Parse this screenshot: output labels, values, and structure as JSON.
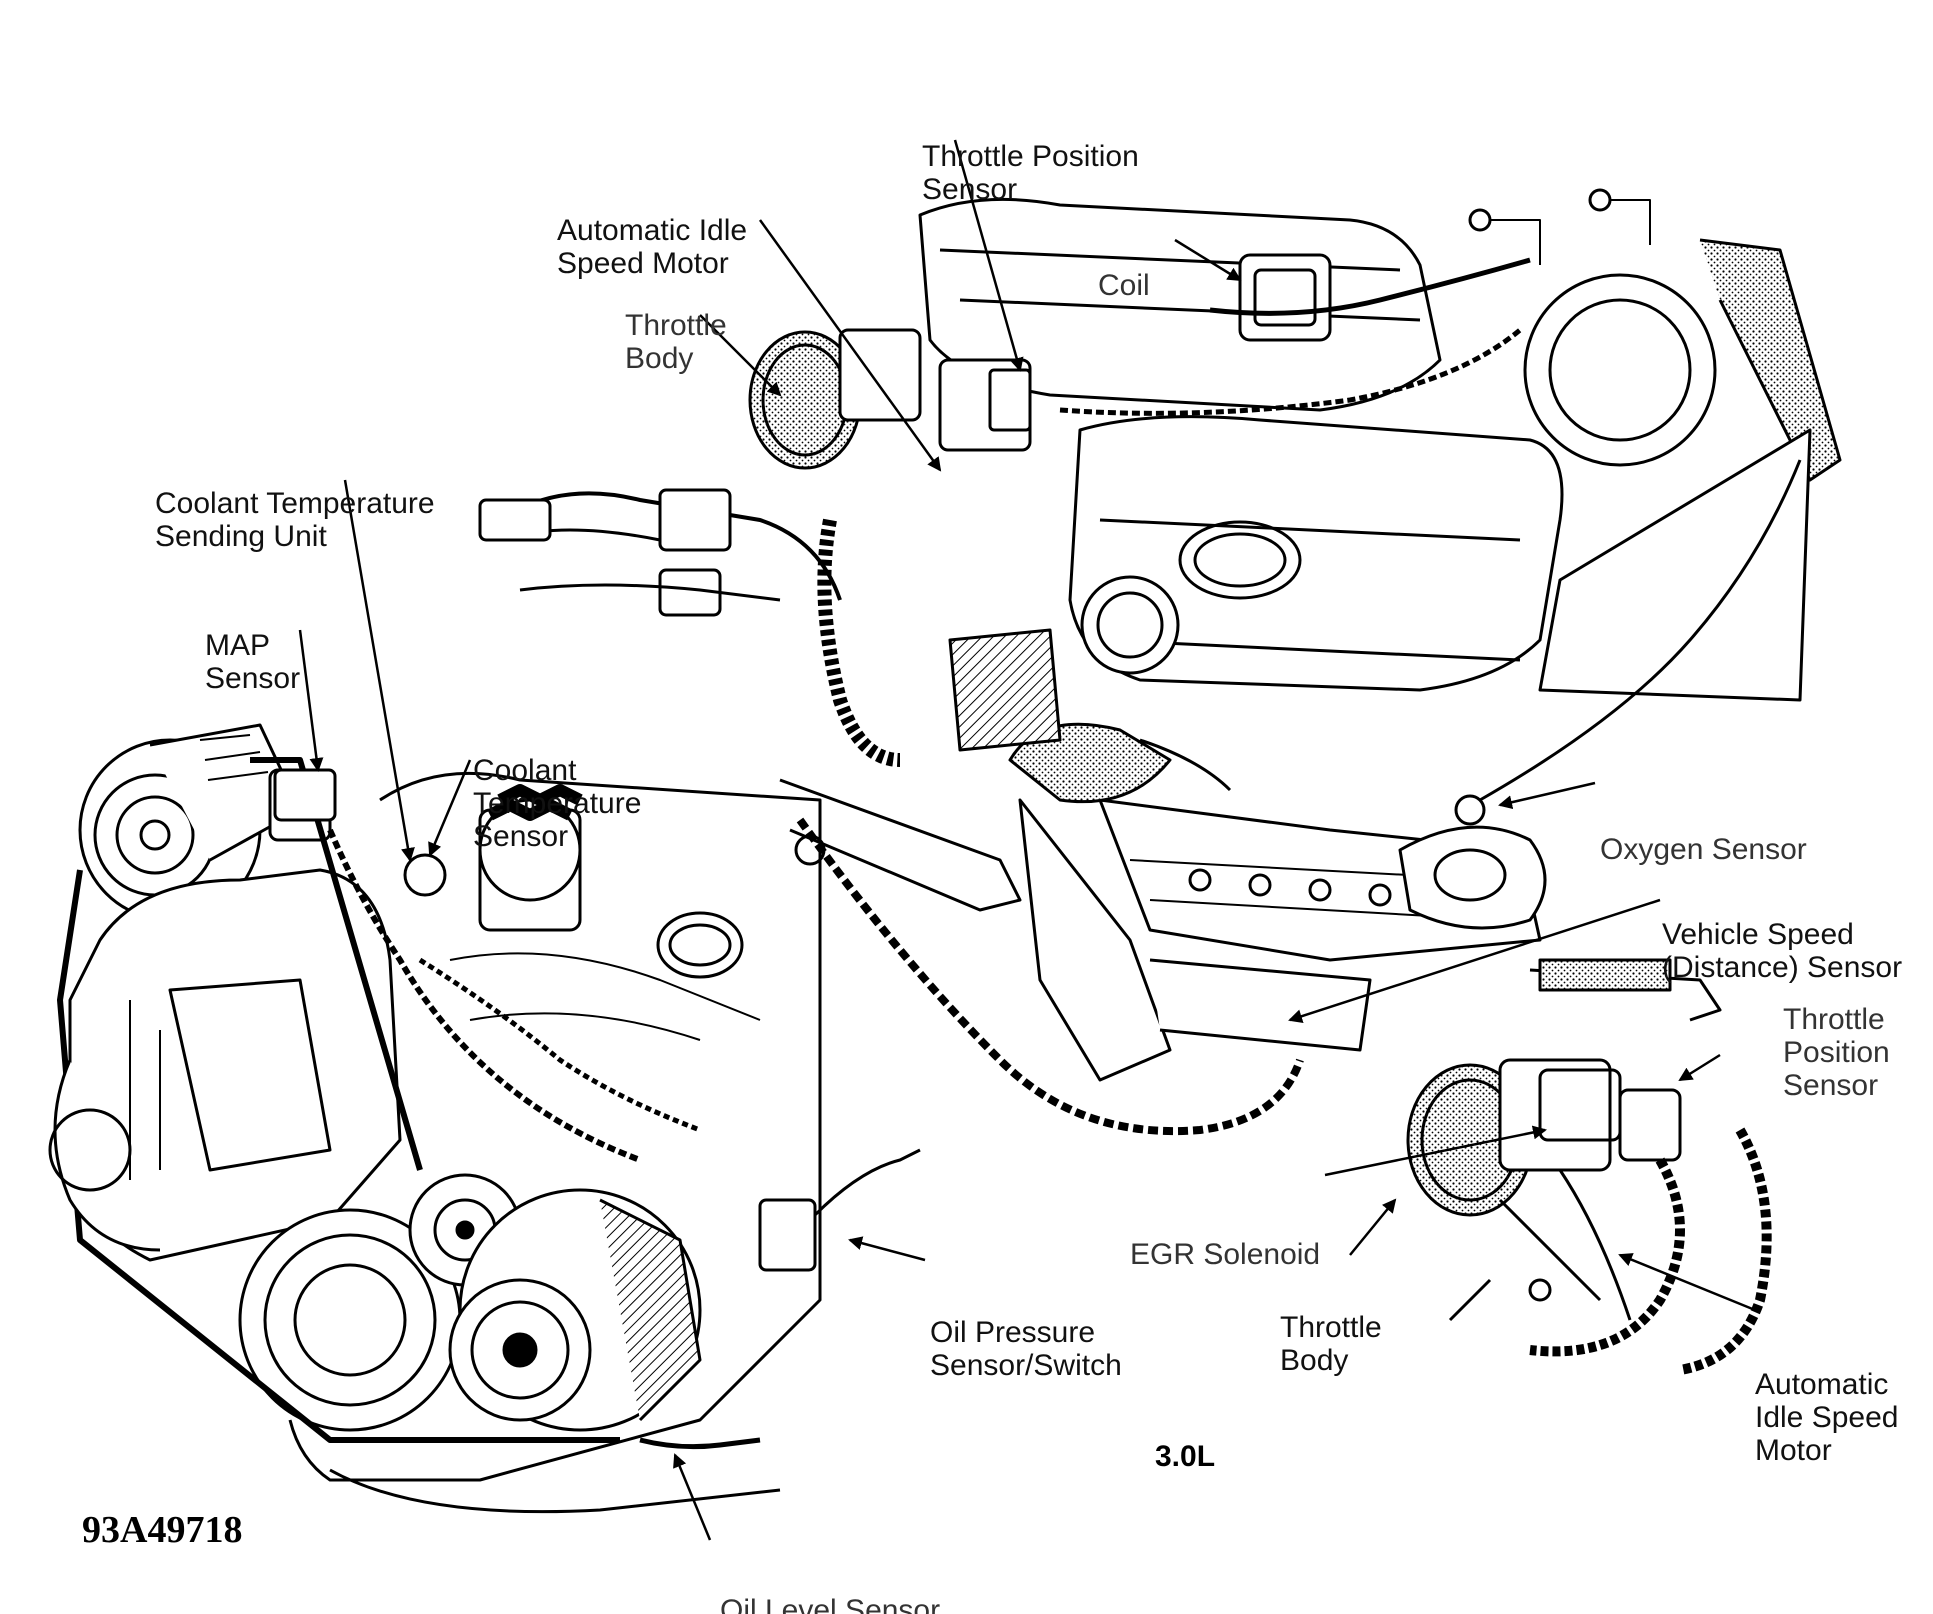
{
  "labels": {
    "tps_top": [
      "Throttle Position",
      "Sensor"
    ],
    "aism_top": [
      "Automatic Idle",
      "Speed Motor"
    ],
    "coil": [
      "Coil"
    ],
    "throttle_body_top": [
      "Throttle",
      "Body"
    ],
    "coolant_temp_sending_unit": [
      "Coolant Temperature",
      "Sending Unit"
    ],
    "map_sensor": [
      "MAP",
      "Sensor"
    ],
    "coolant_temp_sensor": [
      "Coolant",
      "Temperature",
      "Sensor"
    ],
    "oxygen_sensor": [
      "Oxygen Sensor"
    ],
    "vehicle_speed_sensor": [
      "Vehicle Speed",
      "(Distance) Sensor"
    ],
    "tps_inset": [
      "Throttle",
      "Position",
      "Sensor"
    ],
    "egr_solenoid": [
      "EGR Solenoid"
    ],
    "throttle_body_inset": [
      "Throttle",
      "Body"
    ],
    "aism_inset": [
      "Automatic",
      "Idle Speed",
      "Motor"
    ],
    "oil_pressure": [
      "Oil Pressure",
      "Sensor/Switch"
    ],
    "oil_level": [
      "Oil Level Sensor"
    ]
  },
  "engine_size": "3.0L",
  "figure_ref": "93A49718",
  "colors": {
    "ink": "#000000",
    "paper": "#ffffff",
    "shade": "#bdbdbd"
  }
}
